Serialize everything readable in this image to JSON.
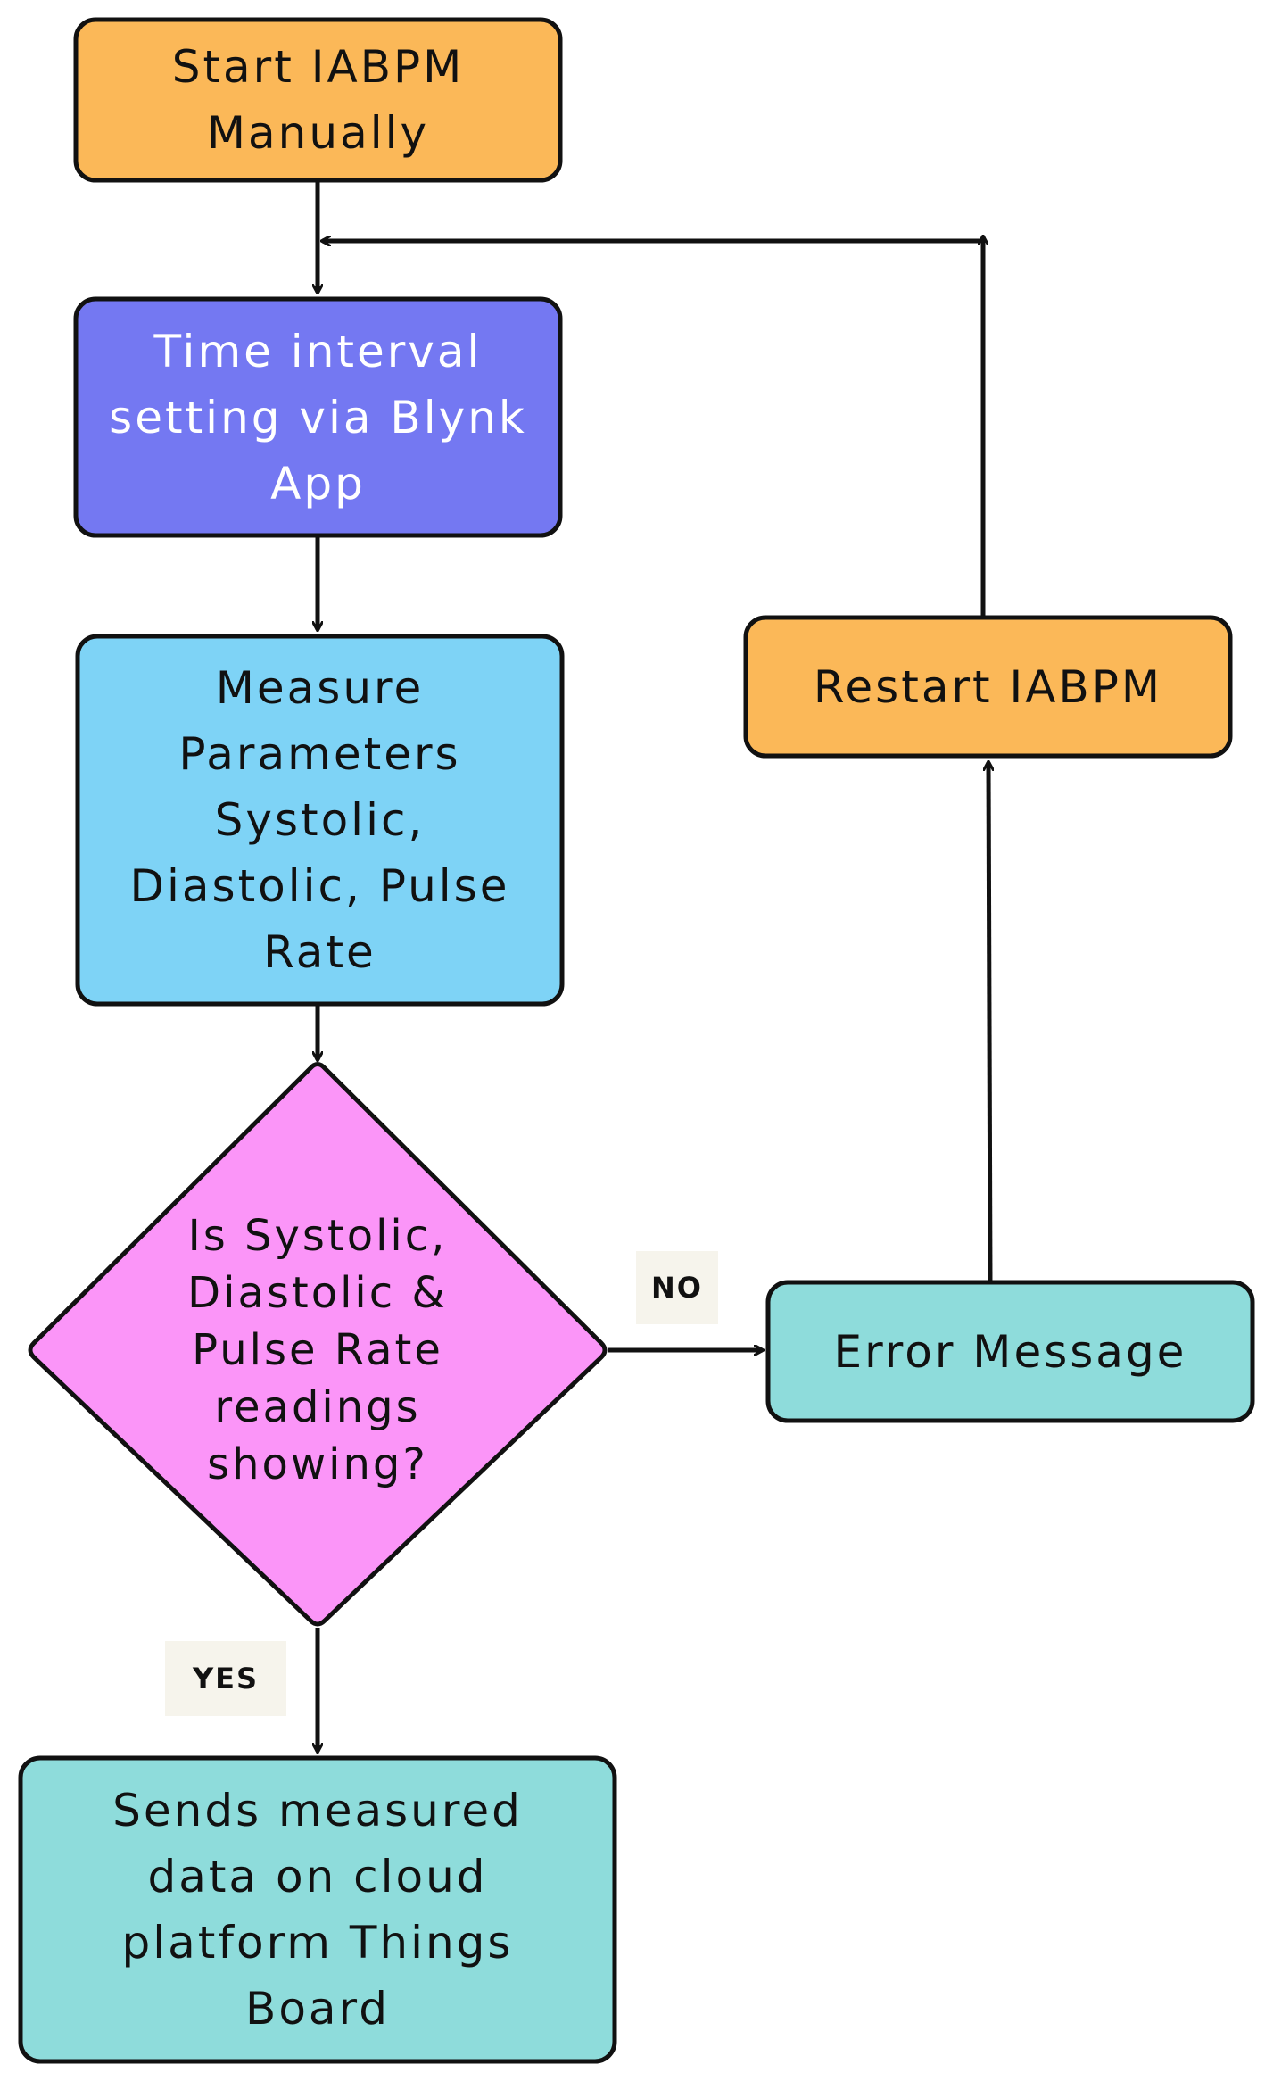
{
  "nodes": {
    "start": {
      "label": "Start IABPM\nManually",
      "fill": "#fbb858"
    },
    "interval": {
      "label": "Time interval\nsetting via Blynk\nApp",
      "fill": "#7478f2"
    },
    "measure": {
      "label": "Measure\nParameters\nSystolic,\nDiastolic, Pulse\nRate",
      "fill": "#7ed3f6"
    },
    "decision": {
      "label": "Is Systolic,\nDiastolic &\nPulse Rate\nreadings\nshowing?",
      "fill": "#fb95f8"
    },
    "error": {
      "label": "Error Message",
      "fill": "#8edcdb"
    },
    "restart": {
      "label": "Restart IABPM",
      "fill": "#fbb858"
    },
    "send": {
      "label": "Sends measured\ndata on cloud\nplatform Things\nBoard",
      "fill": "#8edcdb"
    }
  },
  "edges": {
    "no_label": "NO",
    "yes_label": "YES"
  }
}
